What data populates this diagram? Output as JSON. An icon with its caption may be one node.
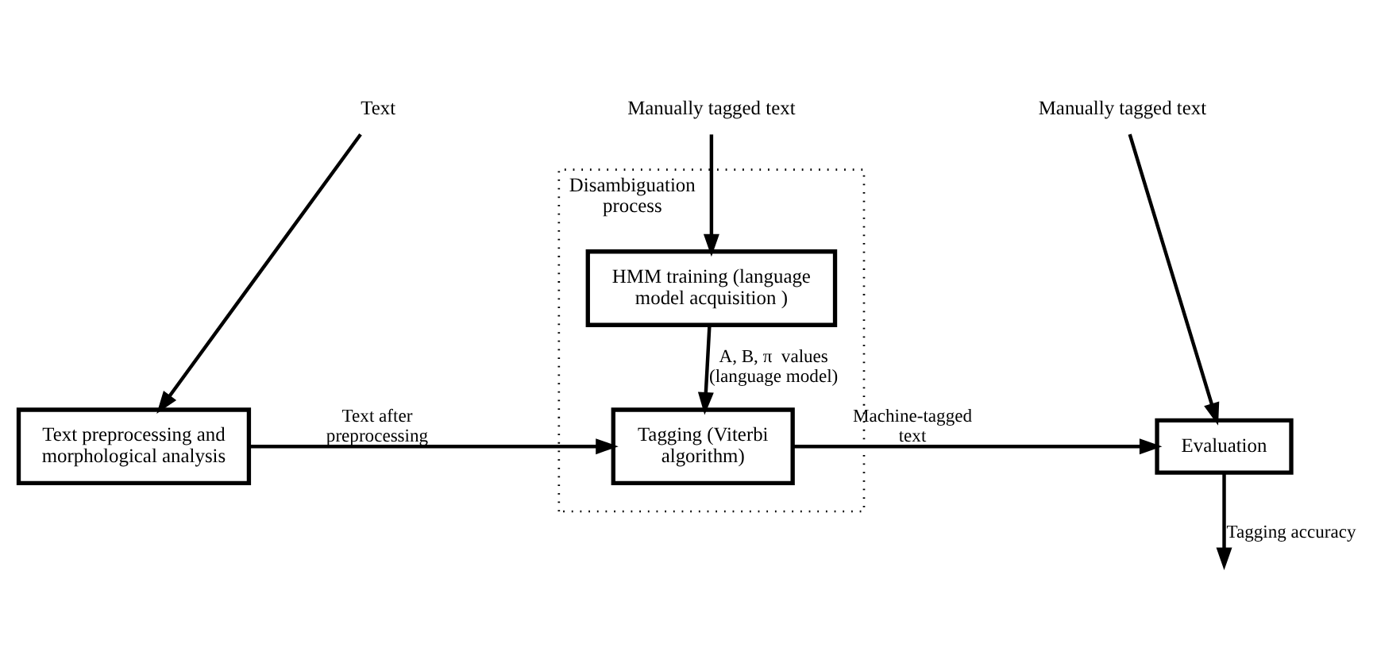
{
  "diagram": {
    "nodes": [
      {
        "text": [
          "Disambiguation process"
        ]
      },
      {
        "text": [
          "Manually tagged text"
        ]
      },
      {
        "text": [
          "HMM training (language model acquisition )"
        ],
        "in": 0
      },
      {
        "text": [
          "Manually tagged text"
        ]
      },
      {
        "text": [
          "Text"
        ]
      },
      {
        "text": [
          "Text preprocessing and morphological analysis"
        ]
      },
      {
        "text": [
          "Tagging (Viterbi algorithm)"
        ],
        "in": 0
      },
      {
        "text": [
          "Evaluation"
        ]
      }
    ],
    "edges": [
      {
        "from": 1,
        "to": 2,
        "arrow": "to"
      },
      {
        "from": 2,
        "to": 6,
        "arrow": "to",
        "label": "A, B, π  values (language model)"
      },
      {
        "from": 4,
        "to": 5,
        "arrow": "to"
      },
      {
        "from": 5,
        "to": 6,
        "arrow": "to",
        "label": "Text after preprocessing"
      },
      {
        "from": 6,
        "to": 7,
        "arrow": "to",
        "label": "Machine-tagged text"
      },
      {
        "from": 3,
        "to": 7,
        "arrow": "to"
      },
      {
        "from": 7,
        "to": null,
        "arrow": "to",
        "label": "Tagging accuracy"
      }
    ]
  }
}
